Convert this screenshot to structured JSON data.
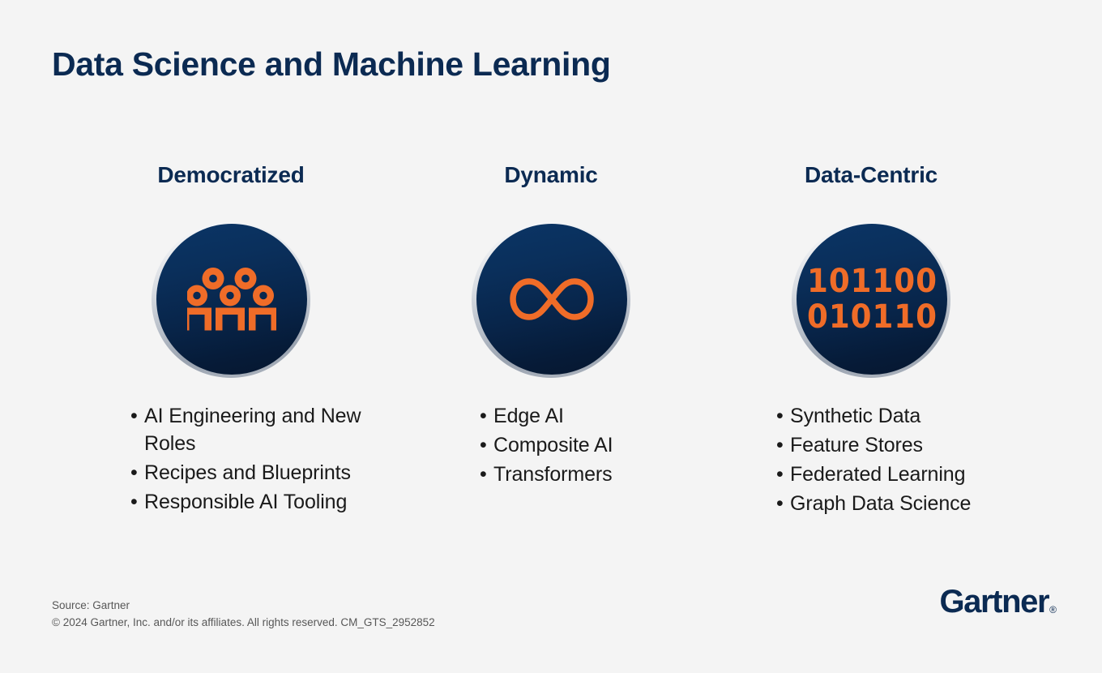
{
  "title": "Data Science and Machine Learning",
  "colors": {
    "background": "#f4f4f4",
    "navy": "#0b2a52",
    "orange": "#ef6c28",
    "body_text": "#1a1a1a",
    "footer_text": "#575757"
  },
  "columns": [
    {
      "heading": "Democratized",
      "icon": "people-group-icon",
      "bullets": [
        "AI Engineering and New Roles",
        "Recipes and Blueprints",
        "Responsible AI Tooling"
      ]
    },
    {
      "heading": "Dynamic",
      "icon": "infinity-icon",
      "bullets": [
        "Edge AI",
        "Composite AI",
        "Transformers"
      ]
    },
    {
      "heading": "Data-Centric",
      "icon": "binary-digits-icon",
      "bullets": [
        "Synthetic Data",
        "Feature Stores",
        "Federated Learning",
        "Graph Data Science"
      ]
    }
  ],
  "binary_icon": {
    "line1": "101100",
    "line2": "010110"
  },
  "footer": {
    "source": "Source: Gartner",
    "copyright": "© 2024 Gartner, Inc. and/or its affiliates. All rights reserved. CM_GTS_2952852"
  },
  "logo": {
    "name": "Gartner",
    "registered_mark": "®"
  }
}
